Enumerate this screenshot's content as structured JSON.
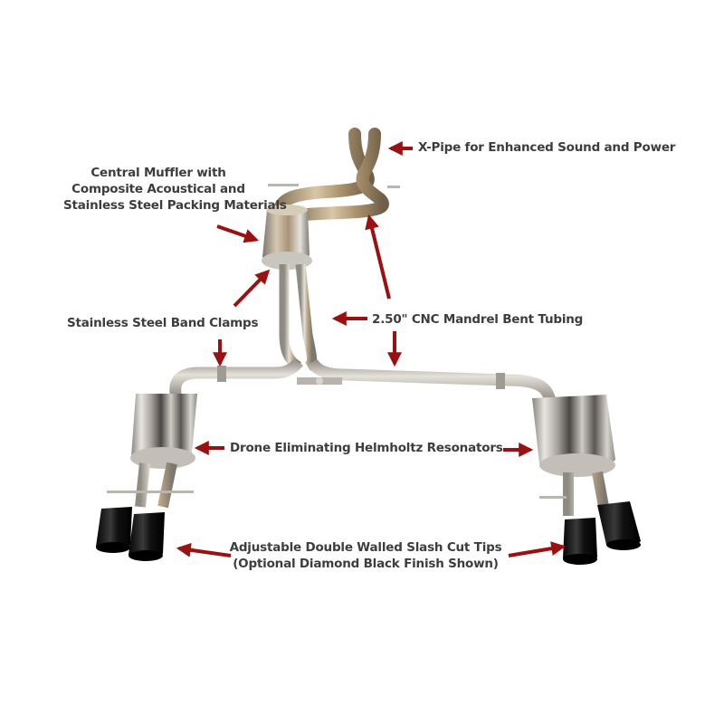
{
  "diagram": {
    "subject": "Exhaust system",
    "colors": {
      "background": "#ffffff",
      "text": "#3d3d3d",
      "arrow": "#9b1111",
      "steel_light": "#d9d6d0",
      "steel_mid": "#a8a49c",
      "steel_dark": "#6e6a64",
      "bronze": "#b59a72",
      "tip_black": "#141414"
    },
    "callouts": [
      {
        "id": "xpipe",
        "lines": [
          "X-Pipe for Enhanced Sound and Power"
        ]
      },
      {
        "id": "central-muffler",
        "lines": [
          "Central Muffler with",
          "Composite Acoustical and",
          "Stainless Steel Packing Materials"
        ]
      },
      {
        "id": "band-clamps",
        "lines": [
          "Stainless Steel Band Clamps"
        ]
      },
      {
        "id": "mandrel-tubing",
        "lines": [
          "2.50\" CNC Mandrel Bent Tubing"
        ]
      },
      {
        "id": "resonators",
        "lines": [
          "Drone Eliminating Helmholtz Resonators"
        ]
      },
      {
        "id": "tips",
        "lines": [
          "Adjustable Double Walled Slash Cut Tips",
          "(Optional Diamond Black Finish Shown)"
        ]
      }
    ]
  }
}
